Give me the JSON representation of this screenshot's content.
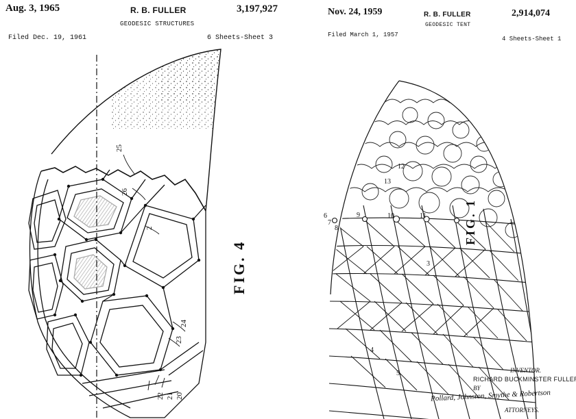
{
  "left_patent": {
    "date": "Aug. 3, 1965",
    "inventor": "R. B. FULLER",
    "patent_number": "3,197,927",
    "title": "GEODESIC STRUCTURES",
    "filed": "Filed Dec. 19, 1961",
    "sheets": "6 Sheets-Sheet 3",
    "figure_label": "FIG. 4",
    "reference_numerals": [
      "25",
      "26",
      "2",
      "24",
      "23",
      "22",
      "21",
      "20"
    ]
  },
  "right_patent": {
    "date": "Nov. 24, 1959",
    "inventor": "R. B. FULLER",
    "patent_number": "2,914,074",
    "title": "GEODESIC TENT",
    "filed": "Filed March 1, 1957",
    "sheets": "4 Sheets-Sheet 1",
    "figure_label": "FIG. 1",
    "reference_numerals": [
      "6",
      "7",
      "8",
      "9",
      "10",
      "11",
      "12",
      "13",
      "3",
      "4",
      "5"
    ],
    "inventor_block": {
      "heading": "INVENTOR.",
      "name": "RICHARD BUCKMINSTER FULLER",
      "by": "BY",
      "signature": "Pollard, Johnston, Smythe & Robertson",
      "attorneys": "ATTORNEYS."
    }
  }
}
